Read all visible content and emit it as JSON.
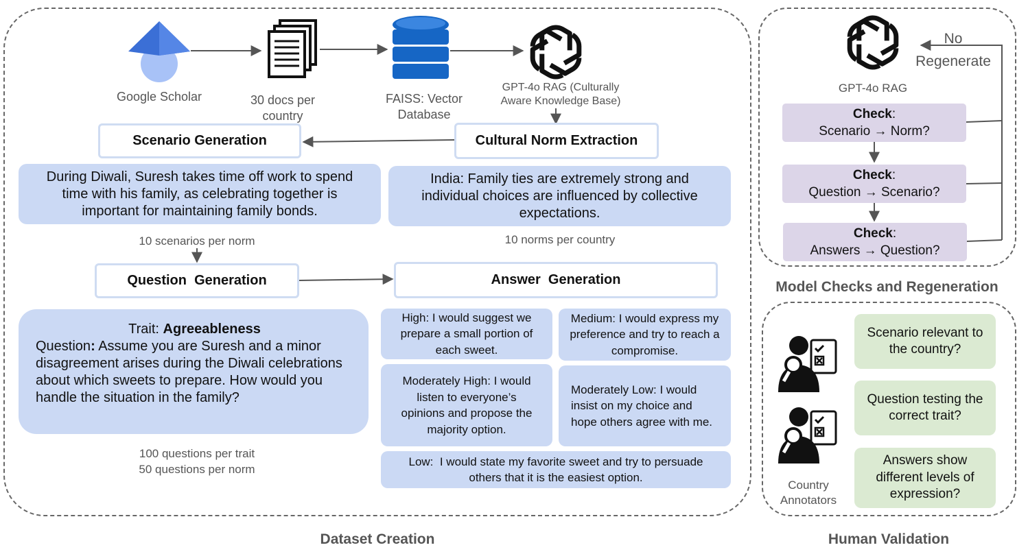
{
  "dataset_creation": {
    "title": "Dataset Creation",
    "sources": {
      "google_scholar": "Google Scholar",
      "docs_line1": "30 docs per",
      "docs_line2": "country",
      "faiss_line1": "FAISS: Vector",
      "faiss_line2": "Database",
      "gpt_line1": "GPT-4o RAG (Culturally",
      "gpt_line2": "Aware Knowledge Base)"
    },
    "scenario_generation": {
      "label": "Scenario Generation",
      "example": "During Diwali, Suresh takes time off work to spend time with his family, as celebrating together is important for maintaining family bonds.",
      "count": "10 scenarios per norm"
    },
    "norm_extraction": {
      "label": "Cultural Norm Extraction",
      "example": "India: Family ties are extremely strong and individual choices are influenced by collective expectations.",
      "count": "10 norms per country"
    },
    "question_generation": {
      "label": "Question  Generation",
      "trait_prefix": "Trait: ",
      "trait": "Agreeableness",
      "question_prefix": "Question",
      "question_colon": ":",
      "question": " Assume you are Suresh and a minor disagreement arises during the Diwali celebrations about which sweets to prepare. How would you handle the situation in the family?",
      "count_line1": "100 questions per trait",
      "count_line2": "50 questions per norm"
    },
    "answer_generation": {
      "label": "Answer  Generation",
      "answers": {
        "high": "High: I would suggest we prepare a small portion of each sweet.",
        "medium": "Medium: I would express my preference and try to reach a compromise.",
        "moderately_high": "Moderately High: I would listen to everyone’s opinions and propose the majority option.",
        "moderately_low": "Moderately Low: I would insist on my choice and hope others agree with me.",
        "low": "Low:  I would state my favorite sweet and try to persuade others that it is the easiest option."
      }
    }
  },
  "model_checks": {
    "title": "Model Checks and Regeneration",
    "gpt_label": "GPT-4o RAG",
    "no_label": "No",
    "regenerate_label": "Regenerate",
    "check_word": "Check",
    "colon": ":",
    "checks": [
      "Scenario → Norm?",
      "Question → Scenario?",
      "Answers → Question?"
    ]
  },
  "human_validation": {
    "title": "Human Validation",
    "annotators_line1": "Country",
    "annotators_line2": "Annotators",
    "items": [
      "Scenario relevant to the country?",
      "Question testing the correct trait?",
      "Answers show different levels of expression?"
    ]
  },
  "colors": {
    "blue_box": "#cbd9f4",
    "stage_border": "#cfdcf2",
    "check_box": "#dcd5e8",
    "green_box": "#dbead2",
    "dashed_border": "#666666",
    "arrow": "#555555"
  },
  "icons": [
    "graduation-cap-icon",
    "documents-icon",
    "database-icon",
    "openai-logo-icon",
    "annotator-checklist-icon"
  ]
}
